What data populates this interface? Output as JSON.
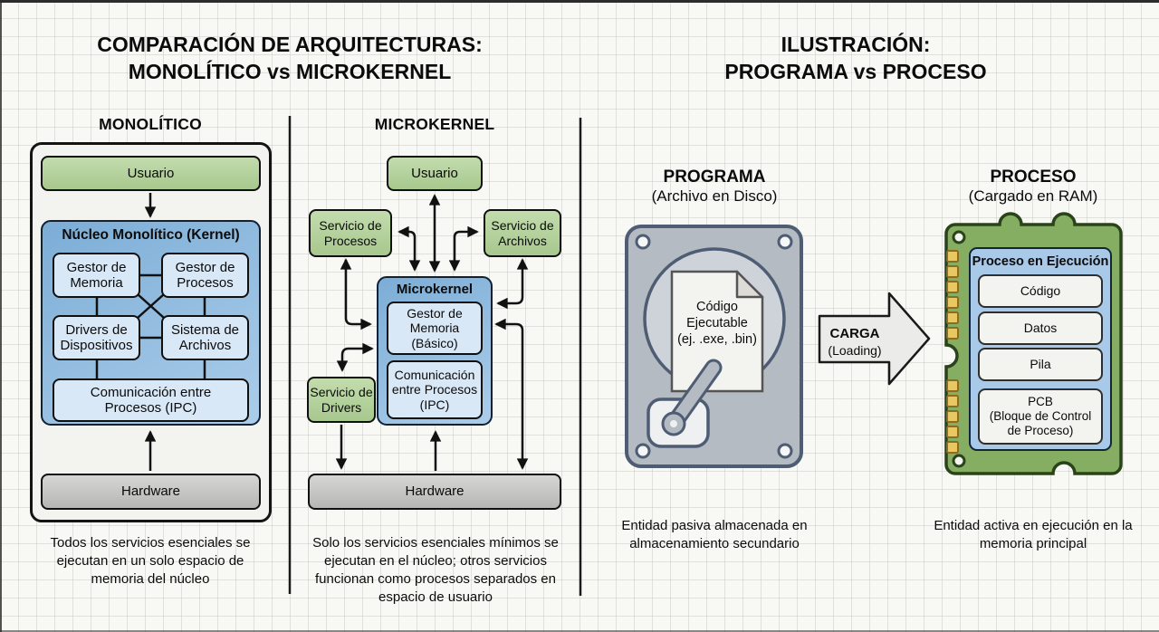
{
  "left_panel": {
    "title_line1": "COMPARACIÓN DE ARQUITECTURAS:",
    "title_line2": "MONOLÍTICO vs MICROKERNEL",
    "monolithic": {
      "header": "MONOLÍTICO",
      "usuario": "Usuario",
      "kernel_title": "Núcleo Monolítico (Kernel)",
      "modules": [
        "Gestor de Memoria",
        "Gestor de Procesos",
        "Drivers de Dispositivos",
        "Sistema de Archivos"
      ],
      "ipc": "Comunicación entre Procesos (IPC)",
      "hardware": "Hardware",
      "caption": "Todos los servicios esenciales se ejecutan en un solo espacio de memoria del núcleo"
    },
    "microkernel": {
      "header": "MICROKERNEL",
      "usuario": "Usuario",
      "servicio_procesos": "Servicio de Procesos",
      "servicio_archivos": "Servicio de Archivos",
      "servicio_drivers": "Servicio de Drivers",
      "kernel_title": "Microkernel",
      "gestor_memoria": "Gestor de Memoria (Básico)",
      "ipc": "Comunicación entre Procesos (IPC)",
      "hardware": "Hardware",
      "caption": "Solo los servicios esenciales mínimos se ejecutan en el núcleo; otros servicios funcionan como procesos separados en espacio de usuario"
    }
  },
  "right_panel": {
    "title_line1": "ILUSTRACIÓN:",
    "title_line2": "PROGRAMA vs PROCESO",
    "programa": {
      "header": "PROGRAMA",
      "subheader": "(Archivo en Disco)",
      "file_line1": "Código",
      "file_line2": "Ejecutable",
      "file_line3": "(ej. .exe, .bin)",
      "caption": "Entidad pasiva almacenada en almacenamiento secundario"
    },
    "carga": {
      "label": "CARGA",
      "sublabel": "(Loading)"
    },
    "proceso": {
      "header": "PROCESO",
      "subheader": "(Cargado en RAM)",
      "panel_title": "Proceso en Ejecución",
      "segments": [
        "Código",
        "Datos",
        "Pila"
      ],
      "pcb_line1": "PCB",
      "pcb_line2": "(Bloque de Control",
      "pcb_line3": "de Proceso)",
      "caption": "Entidad activa en ejecución en la memoria principal"
    }
  },
  "colors": {
    "service_green": "#b4d29c",
    "kernel_blue": "#8fb8dc",
    "module_lightblue": "#d9e8f7",
    "hardware_gray": "#c6c6c4",
    "disk_gray": "#b5bbc3",
    "ram_green": "#85ae63",
    "pin_yellow": "#e9c763",
    "ram_panel_blue": "#a9c9e9",
    "line_black": "#111111"
  }
}
